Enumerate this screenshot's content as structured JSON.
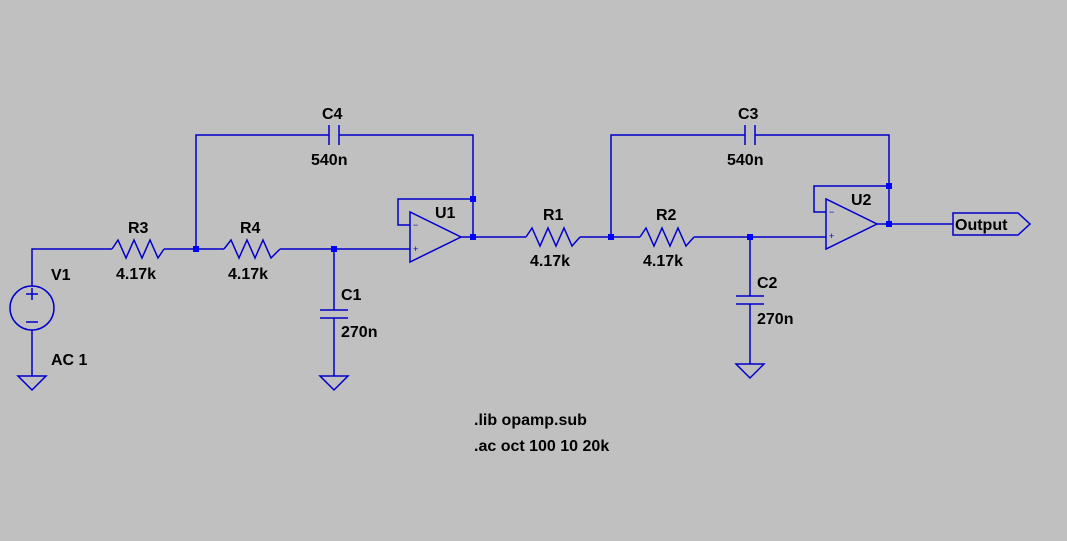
{
  "colors": {
    "background": "#c0c0c0",
    "wire": "#0000cc",
    "junction": "#0000ff",
    "text": "#000000"
  },
  "components": {
    "V1": {
      "ref": "V1",
      "value": "AC 1"
    },
    "R3": {
      "ref": "R3",
      "value": "4.17k"
    },
    "R4": {
      "ref": "R4",
      "value": "4.17k"
    },
    "C4": {
      "ref": "C4",
      "value": "540n"
    },
    "C1": {
      "ref": "C1",
      "value": "270n"
    },
    "U1": {
      "ref": "U1"
    },
    "R1": {
      "ref": "R1",
      "value": "4.17k"
    },
    "R2": {
      "ref": "R2",
      "value": "4.17k"
    },
    "C3": {
      "ref": "C3",
      "value": "540n"
    },
    "C2": {
      "ref": "C2",
      "value": "270n"
    },
    "U2": {
      "ref": "U2"
    }
  },
  "net_labels": {
    "output": "Output"
  },
  "directives": [
    ".lib opamp.sub",
    ".ac oct 100 10 20k"
  ]
}
